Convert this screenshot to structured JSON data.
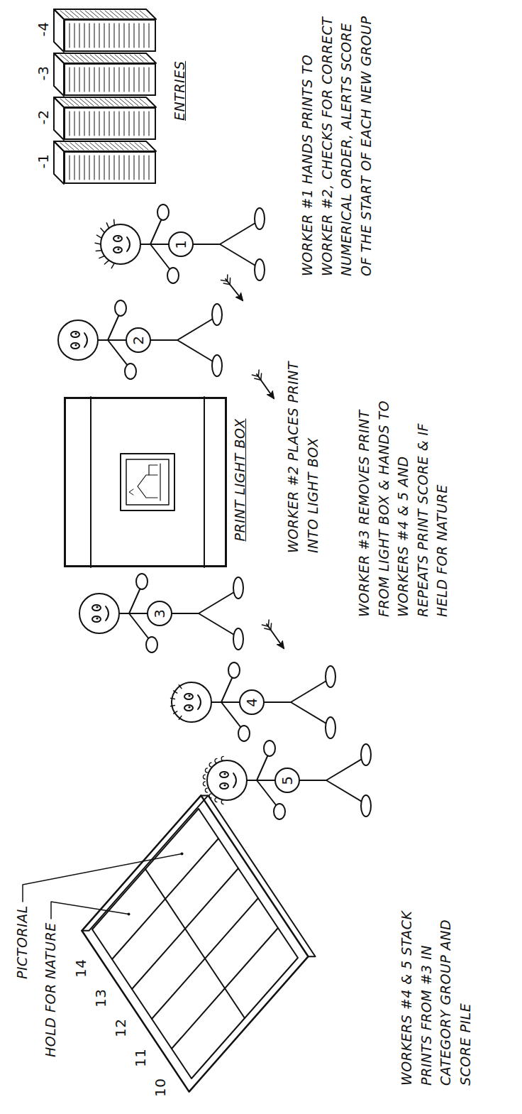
{
  "diagram": {
    "nodes": [
      {
        "text": [
          "5"
        ]
      },
      {
        "text": [
          "4"
        ]
      },
      {
        "text": [
          "3"
        ]
      },
      {
        "text": [
          "PRINT LIGHT BOX"
        ]
      },
      {
        "text": [
          "2"
        ]
      },
      {
        "text": [
          "1"
        ]
      },
      {
        "text": [
          "-1"
        ]
      },
      {
        "text": [
          "-2"
        ]
      },
      {
        "text": [
          "-3"
        ]
      },
      {
        "text": [
          "-4"
        ]
      }
    ],
    "labels": [
      "PICTORIAL",
      "HOLD FOR NATURE",
      "10",
      "11",
      "12",
      "13",
      "14",
      "WORKERS #4 & 5 STACK PRINTS FROM #3 IN CATEGORY GROUP AND SCORE PILE",
      "WORKER #2 PLACES PRINT INTO LIGHT BOX",
      "WORKER #3 REMOVES PRINT FROM LIGHT BOX & HANDS TO WORKERS #4 & 5 AND REPEATS PRINT SCORE & IF HELD FOR NATURE",
      "ENTRIES",
      "WORKER #1 HANDS PRINTS TO WORKER #2, CHECKS FOR CORRECT NUMERICAL ORDER, ALERTS SCORE OF THE START OF EACH NEW GROUP"
    ]
  }
}
